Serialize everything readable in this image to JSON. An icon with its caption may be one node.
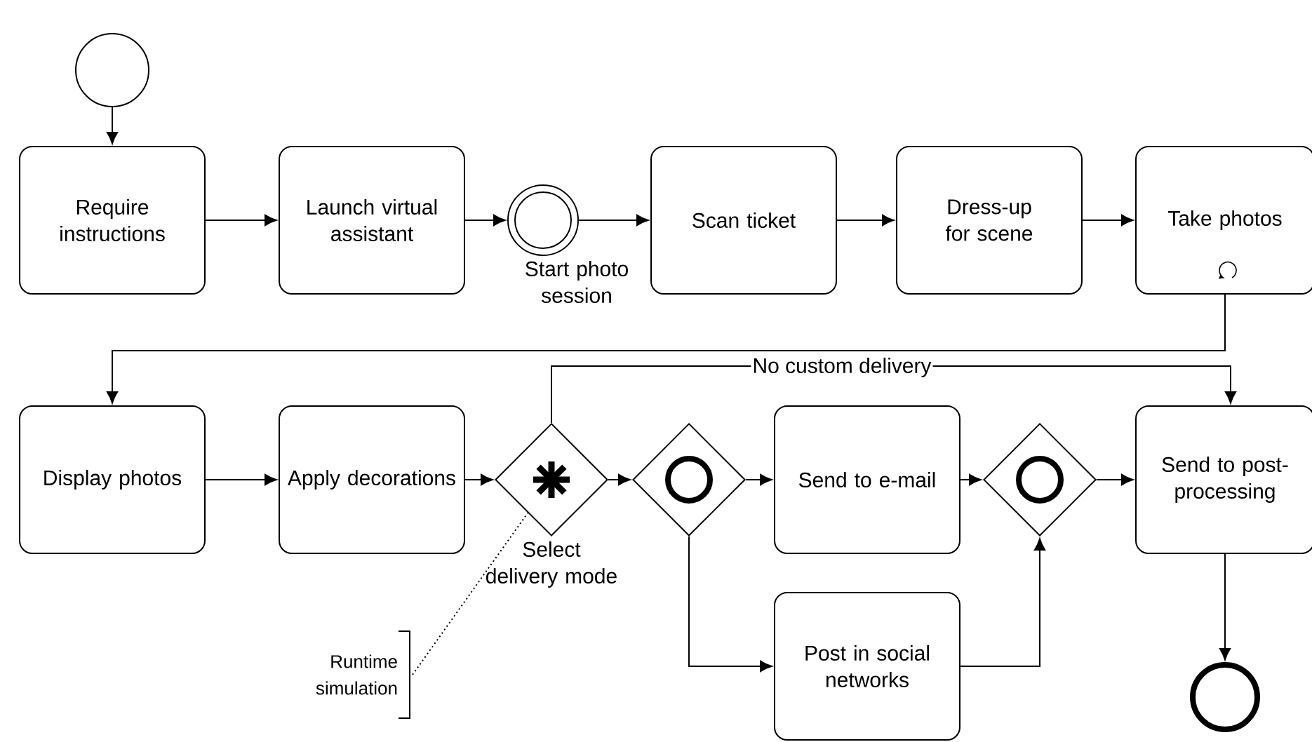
{
  "diagram": {
    "nodes": [
      {
        "text": [],
        "shape": "circle"
      },
      {
        "text": [
          "Require instructions"
        ]
      },
      {
        "text": [
          "Launch virtual assistant"
        ]
      },
      {
        "text": [],
        "shape": "circle",
        "beside": [
          "Start photo session"
        ]
      },
      {
        "text": [
          "Scan ticket"
        ]
      },
      {
        "text": [
          "Dress-up for scene"
        ]
      },
      {
        "text": [
          "Take photos"
        ]
      },
      {
        "text": [
          "Display photos"
        ]
      },
      {
        "text": [
          "Apply decorations"
        ]
      },
      {
        "text": [],
        "shape": "diamond",
        "beside": [
          "Select delivery mode"
        ]
      },
      {
        "text": [],
        "shape": "diamond"
      },
      {
        "text": [
          "Send to e-mail"
        ]
      },
      {
        "text": [
          "Post in social networks"
        ]
      },
      {
        "text": [],
        "shape": "diamond"
      },
      {
        "text": [
          "Send to post-processing"
        ]
      },
      {
        "text": [],
        "shape": "circle"
      },
      {
        "text": [
          "Runtime simulation"
        ]
      }
    ],
    "edges": [
      {
        "from": 0,
        "to": 1,
        "arrow": "to"
      },
      {
        "from": 1,
        "to": 2,
        "arrow": "to"
      },
      {
        "from": 2,
        "to": 3,
        "arrow": "to"
      },
      {
        "from": 3,
        "to": 4,
        "arrow": "to"
      },
      {
        "from": 4,
        "to": 5,
        "arrow": "to"
      },
      {
        "from": 5,
        "to": 6,
        "arrow": "to"
      },
      {
        "from": 6,
        "to": 7,
        "arrow": "to"
      },
      {
        "from": 7,
        "to": 8,
        "arrow": "to"
      },
      {
        "from": 8,
        "to": 9,
        "arrow": "to"
      },
      {
        "from": 9,
        "to": 10,
        "arrow": "to"
      },
      {
        "from": 9,
        "to": 14,
        "arrow": "to",
        "label": "No custom delivery"
      },
      {
        "from": 10,
        "to": 11,
        "arrow": "to"
      },
      {
        "from": 10,
        "to": 12,
        "arrow": "to"
      },
      {
        "from": 11,
        "to": 13,
        "arrow": "to"
      },
      {
        "from": 12,
        "to": 13,
        "arrow": "to"
      },
      {
        "from": 13,
        "to": 14,
        "arrow": "to"
      },
      {
        "from": 14,
        "to": 15,
        "arrow": "to"
      },
      {
        "from": 16,
        "to": 9,
        "arrow": "none",
        "style": "dashed"
      }
    ]
  }
}
